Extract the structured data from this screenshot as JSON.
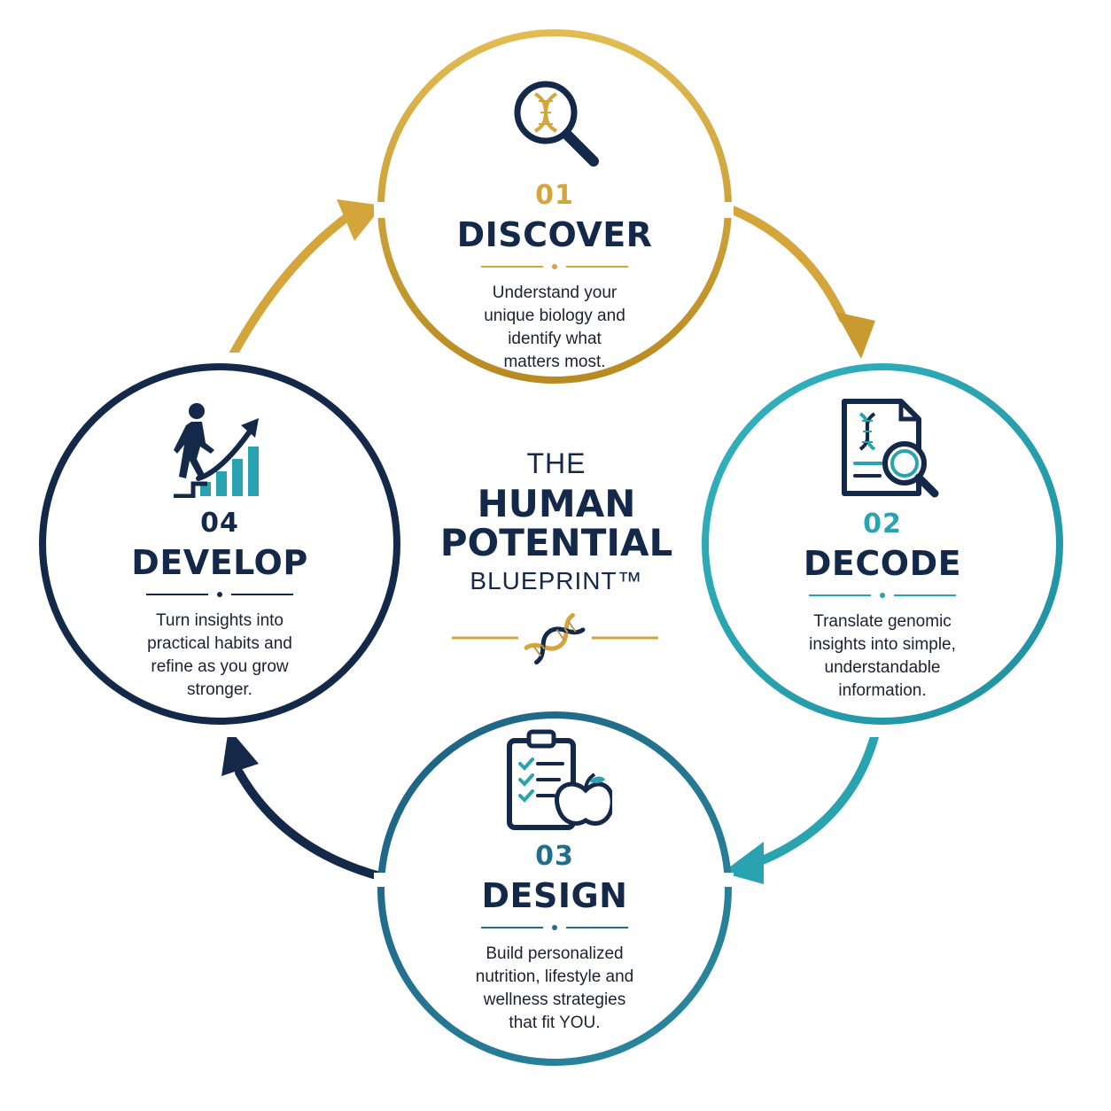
{
  "title": {
    "line1": "THE",
    "line2": "HUMAN",
    "line3": "POTENTIAL",
    "line4": "BLUEPRINT™"
  },
  "colors": {
    "gold": "#d4a53a",
    "teal": "#2aa3b0",
    "dark_teal": "#1f6f8b",
    "navy": "#14284a"
  },
  "steps": [
    {
      "number": "01",
      "title": "DISCOVER",
      "description": "Understand your\nunique biology and\nidentify what\nmatters most.",
      "icon": "dna-magnifier-icon"
    },
    {
      "number": "02",
      "title": "DECODE",
      "description": "Translate genomic\ninsights into simple,\nunderstandable\ninformation.",
      "icon": "dna-report-icon"
    },
    {
      "number": "03",
      "title": "DESIGN",
      "description": "Build personalized\nnutrition, lifestyle and\nwellness strategies\nthat fit YOU.",
      "icon": "clipboard-apple-icon"
    },
    {
      "number": "04",
      "title": "DEVELOP",
      "description": "Turn insights into\npractical habits and\nrefine as you grow\nstronger.",
      "icon": "climbing-growth-icon"
    }
  ]
}
